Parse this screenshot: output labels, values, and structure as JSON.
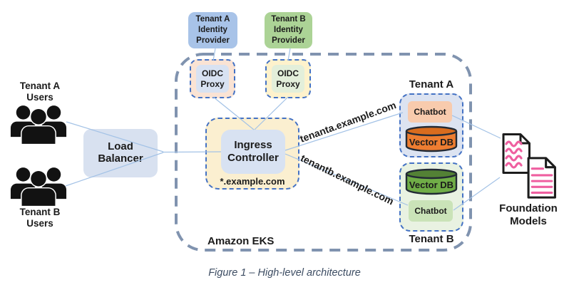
{
  "diagram": {
    "users_a": {
      "label": "Tenant A\nUsers"
    },
    "users_b": {
      "label": "Tenant B\nUsers"
    },
    "load_balancer": {
      "label": "Load\nBalancer"
    },
    "idp_a": {
      "label": "Tenant A\nIdentity\nProvider"
    },
    "idp_b": {
      "label": "Tenant B\nIdentity\nProvider"
    },
    "oidc_a": {
      "label": "OIDC\nProxy"
    },
    "oidc_b": {
      "label": "OIDC\nProxy"
    },
    "ingress": {
      "label": "Ingress\nController",
      "wildcard_domain": "*.example.com"
    },
    "eks": {
      "label": "Amazon EKS"
    },
    "tenant_a": {
      "title": "Tenant A",
      "chatbot": "Chatbot",
      "vector_db": "Vector DB"
    },
    "tenant_b": {
      "title": "Tenant B",
      "chatbot": "Chatbot",
      "vector_db": "Vector DB"
    },
    "foundation_models": {
      "label": "Foundation\nModels"
    },
    "domains": {
      "tenant_a": "tenanta.example.com",
      "tenant_b": "tenantb.example.com"
    }
  },
  "caption": "Figure 1 – High-level architecture",
  "colors": {
    "idp_a_fill": "#A8C3E8",
    "idp_b_fill": "#ACD396",
    "oidc_a_outer": "#FAE3D4",
    "oidc_a_inner": "#D8E2F2",
    "oidc_b_outer": "#FEF2CC",
    "oidc_b_inner": "#E3EFDA",
    "ingress_outer": "#FBEFD0",
    "ingress_inner": "#D8E2F2",
    "load_balancer_fill": "#D8E1F0",
    "tenant_a_fill": "#DCE3F1",
    "tenant_b_fill": "#E9F2E2",
    "chatbot_a_fill": "#F8CBAD",
    "chatbot_b_fill": "#CAE3B8",
    "vector_db_a_body": "#ED7D31",
    "vector_db_a_top": "#D96C1E",
    "vector_db_b_body": "#70AD47",
    "vector_db_b_top": "#538135",
    "dashed_border_blue": "#4472C4",
    "eks_border": "#8093AF",
    "connector_line": "#A3C2E6",
    "document_pink": "#EF5FA0",
    "caption_color": "#3D4D63"
  }
}
